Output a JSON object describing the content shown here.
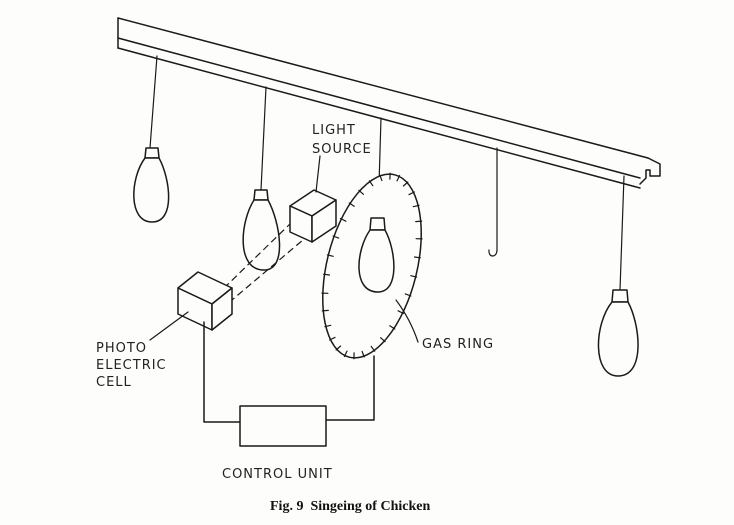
{
  "labels": {
    "light_source_line1": "LIGHT",
    "light_source_line2": "SOURCE",
    "photo_cell_line1": "PHOTO",
    "photo_cell_line2": "ELECTRIC",
    "photo_cell_line3": "CELL",
    "gas_ring": "GAS RING",
    "control_unit": "CONTROL UNIT"
  },
  "caption": "Fig. 9  Singeing of Chicken"
}
